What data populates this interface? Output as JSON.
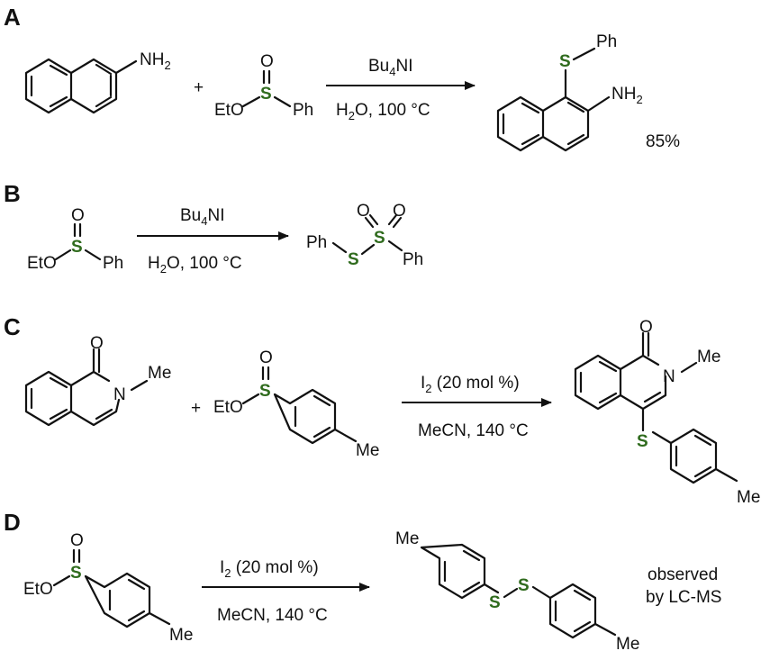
{
  "panels": {
    "a": {
      "label": "A",
      "amine_group": "NH",
      "amine_sub": "2",
      "plus": "+",
      "reagent_oxygen": "O",
      "reagent_sulfur": "S",
      "reagent_eto": "EtO",
      "reagent_ph": "Ph",
      "condition_top_main": "Bu",
      "condition_top_sub": "4",
      "condition_top_tail": "NI",
      "condition_bottom_main": "H",
      "condition_bottom_sub": "2",
      "condition_bottom_tail": "O, 100 °C",
      "product_sulfur": "S",
      "product_ph": "Ph",
      "product_amine": "NH",
      "product_amine_sub": "2",
      "yield": "85%"
    },
    "b": {
      "label": "B",
      "reagent_oxygen": "O",
      "reagent_sulfur": "S",
      "reagent_eto": "EtO",
      "reagent_ph": "Ph",
      "condition_top_main": "Bu",
      "condition_top_sub": "4",
      "condition_top_tail": "NI",
      "condition_bottom_main": "H",
      "condition_bottom_sub": "2",
      "condition_bottom_tail": "O, 100 °C",
      "product_ph_left": "Ph",
      "product_s_lower": "S",
      "product_s_upper": "S",
      "product_o_left": "O",
      "product_o_right": "O",
      "product_ph_right": "Ph"
    },
    "c": {
      "label": "C",
      "sm_oxygen": "O",
      "sm_nitrogen": "N",
      "sm_methyl": "Me",
      "plus": "+",
      "reagent_oxygen": "O",
      "reagent_sulfur": "S",
      "reagent_eto": "EtO",
      "reagent_methyl": "Me",
      "condition_top_main": "I",
      "condition_top_sub": "2",
      "condition_top_tail": " (20 mol %)",
      "condition_bottom": "MeCN, 140 °C",
      "product_oxygen": "O",
      "product_nitrogen": "N",
      "product_methyl_n": "Me",
      "product_sulfur": "S",
      "product_methyl_aryl": "Me"
    },
    "d": {
      "label": "D",
      "reagent_oxygen": "O",
      "reagent_sulfur": "S",
      "reagent_eto": "EtO",
      "reagent_methyl": "Me",
      "condition_top_main": "I",
      "condition_top_sub": "2",
      "condition_top_tail": " (20 mol %)",
      "condition_bottom": "MeCN, 140 °C",
      "product_methyl_left": "Me",
      "product_s1": "S",
      "product_s2": "S",
      "product_methyl_right": "Me",
      "note_line1": "observed",
      "note_line2": "by LC-MS"
    }
  },
  "colors": {
    "sulfur": "#2f6b1d",
    "ink": "#111111"
  }
}
